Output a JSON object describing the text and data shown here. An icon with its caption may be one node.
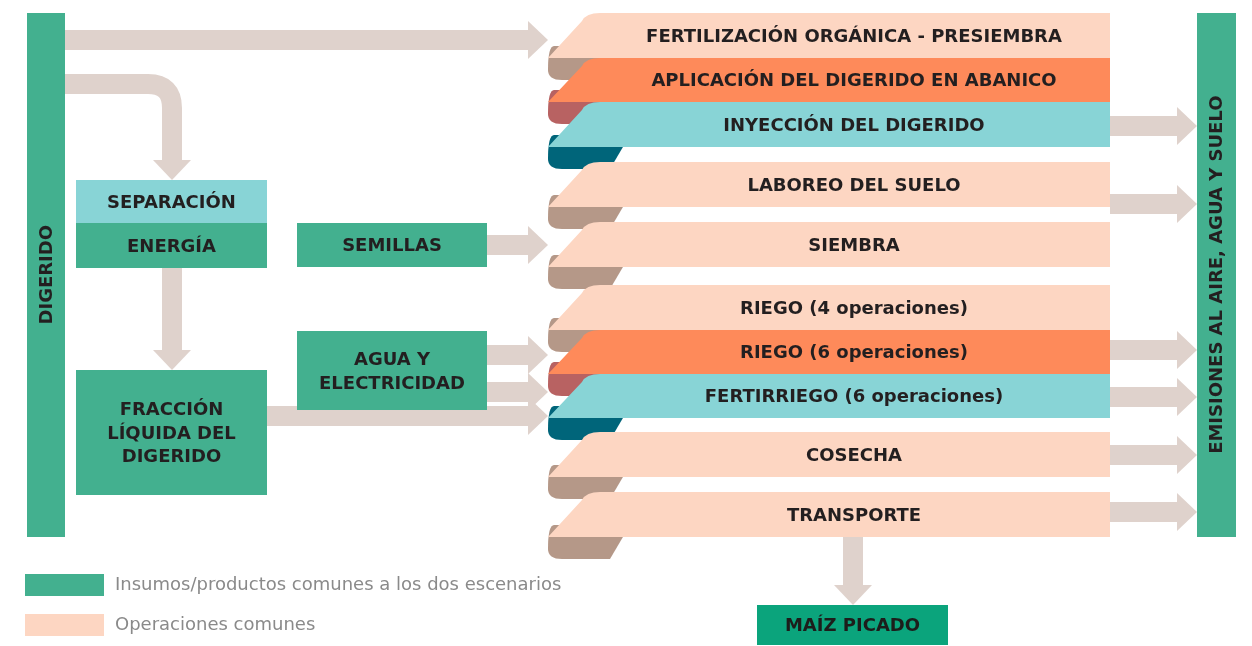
{
  "diagram": {
    "nodes": [
      {
        "text": [
          "DIGERIDO"
        ]
      },
      {
        "text": [
          "SEPARACIÓN"
        ]
      },
      {
        "text": [
          "ENERGÍA"
        ]
      },
      {
        "text": [
          "SEMILLAS"
        ]
      },
      {
        "text": [
          "AGUA Y ELECTRICIDAD"
        ]
      },
      {
        "text": [
          "FRACCIÓN LÍQUIDA DEL DIGERIDO"
        ]
      },
      {
        "text": [
          "FERTILIZACIÓN ORGÁNICA - PRESIEMBRA"
        ]
      },
      {
        "text": [
          "APLICACIÓN DEL DIGERIDO EN ABANICO"
        ]
      },
      {
        "text": [
          "INYECCIÓN DEL DIGERIDO"
        ]
      },
      {
        "text": [
          "LABOREO DEL SUELO"
        ]
      },
      {
        "text": [
          "SIEMBRA"
        ]
      },
      {
        "text": [
          "RIEGO (4 operaciones)"
        ]
      },
      {
        "text": [
          "RIEGO (6 operaciones)"
        ]
      },
      {
        "text": [
          "FERTIRRIEGO (6 operaciones)"
        ]
      },
      {
        "text": [
          "COSECHA"
        ]
      },
      {
        "text": [
          "TRANSPORTE"
        ]
      },
      {
        "text": [
          "EMISIONES AL AIRE, AGUA Y SUELO"
        ]
      },
      {
        "text": [
          "MAÍZ PICADO"
        ]
      }
    ],
    "edges": [
      {
        "from": 0,
        "to": 6,
        "arrow": "to"
      },
      {
        "from": 0,
        "to": 1,
        "arrow": "to"
      },
      {
        "from": 2,
        "to": 5,
        "arrow": "to"
      },
      {
        "from": 3,
        "to": 10,
        "arrow": "to"
      },
      {
        "from": 4,
        "to": 12,
        "arrow": "to"
      },
      {
        "from": 4,
        "to": 13,
        "arrow": "to"
      },
      {
        "from": 5,
        "to": 13,
        "arrow": "to"
      },
      {
        "from": 8,
        "to": 16,
        "arrow": "to"
      },
      {
        "from": 9,
        "to": 16,
        "arrow": "to"
      },
      {
        "from": 12,
        "to": 16,
        "arrow": "to"
      },
      {
        "from": 13,
        "to": 16,
        "arrow": "to"
      },
      {
        "from": 14,
        "to": 16,
        "arrow": "to"
      },
      {
        "from": 15,
        "to": 16,
        "arrow": "to"
      },
      {
        "from": 15,
        "to": 17,
        "arrow": "to"
      }
    ],
    "legend": [
      {
        "text": "Insumos/productos comunes a los dos escenarios",
        "color": "#43b08f"
      },
      {
        "text": "Operaciones comunes",
        "color": "#fdd6c2"
      }
    ]
  }
}
